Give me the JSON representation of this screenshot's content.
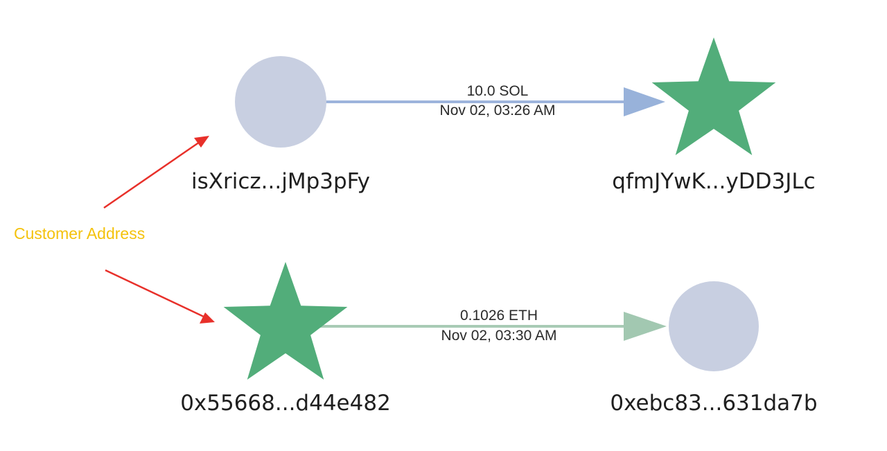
{
  "colors": {
    "circle_node": "#c8cfe1",
    "star_node": "#52ad7a",
    "sol_edge": "#9db4dc",
    "eth_edge": "#a8cbb5",
    "annotation_arrow": "#e8302a",
    "annotation_text": "#f4c20d"
  },
  "annotation": {
    "label": "Customer Address"
  },
  "graphs": [
    {
      "from": {
        "label": "isXricz...jMp3pFy",
        "shape": "circle"
      },
      "to": {
        "label": "qfmJYwK...yDD3JLc",
        "shape": "star"
      },
      "edge": {
        "amount": "10.0 SOL",
        "time": "Nov 02, 03:26 AM"
      }
    },
    {
      "from": {
        "label": "0x55668...d44e482",
        "shape": "star"
      },
      "to": {
        "label": "0xebc83...631da7b",
        "shape": "circle"
      },
      "edge": {
        "amount": "0.1026 ETH",
        "time": "Nov 02, 03:30 AM"
      }
    }
  ]
}
